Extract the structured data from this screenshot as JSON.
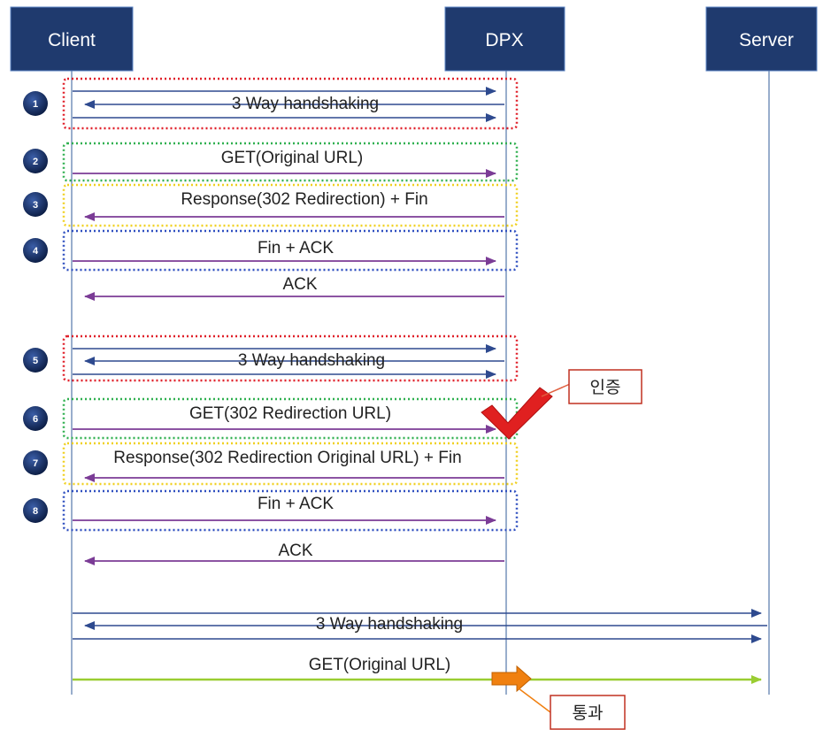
{
  "actors": {
    "client": "Client",
    "dpx": "DPX",
    "server": "Server"
  },
  "steps": [
    "1",
    "2",
    "3",
    "4",
    "5",
    "6",
    "7",
    "8"
  ],
  "messages": {
    "handshake_1": "3 Way handshaking",
    "get_original": "GET(Original URL)",
    "response_302_fin": "Response(302 Redirection) + Fin",
    "fin_ack_1": "Fin + ACK",
    "ack_1": "ACK",
    "handshake_2": "3 Way handshaking",
    "get_302": "GET(302 Redirection URL)",
    "response_302_original_fin": "Response(302 Redirection Original URL) + Fin",
    "fin_ack_2": "Fin + ACK",
    "ack_2": "ACK",
    "handshake_3": "3 Way handshaking",
    "get_original_server": "GET(Original URL)"
  },
  "callouts": {
    "auth": "인증",
    "pass": "통과"
  },
  "colors": {
    "actor_fill": "#1f3a6e",
    "arrow_blue": "#2e4a8f",
    "arrow_purple": "#7b3c96",
    "arrow_green": "#9acd32",
    "box_red": "#e0202a",
    "box_green": "#30b050",
    "box_yellow": "#f0d020",
    "box_blue": "#3050c0",
    "checkmark": "#e02020",
    "pass_arrow": "#f08010"
  }
}
